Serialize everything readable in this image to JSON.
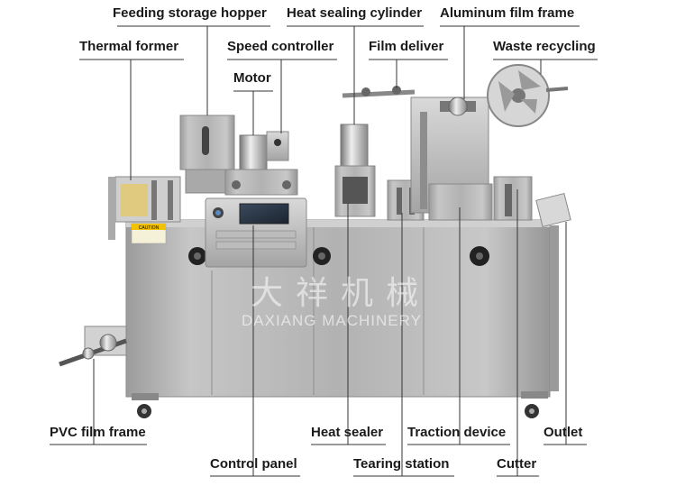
{
  "labels": {
    "feeding_storage_hopper": "Feeding storage hopper",
    "heat_sealing_cylinder": "Heat sealing cylinder",
    "aluminum_film_frame": "Aluminum film frame",
    "thermal_former": "Thermal former",
    "speed_controller": "Speed controller",
    "film_deliver": "Film deliver",
    "waste_recycling": "Waste recycling",
    "motor": "Motor",
    "pvc_film_frame": "PVC film frame",
    "heat_sealer": "Heat sealer",
    "traction_device": "Traction device",
    "outlet": "Outlet",
    "control_panel": "Control panel",
    "tearing_station": "Tearing station",
    "cutter": "Cutter"
  },
  "watermark": {
    "chinese": "大祥机械",
    "english": "DAXIANG MACHINERY"
  },
  "caution_label": "CAUTION",
  "colors": {
    "label_text": "#1a1a1a",
    "leader_line": "#333333",
    "machine_body": "#a8a8a8",
    "caution_yellow": "#f2c200"
  }
}
